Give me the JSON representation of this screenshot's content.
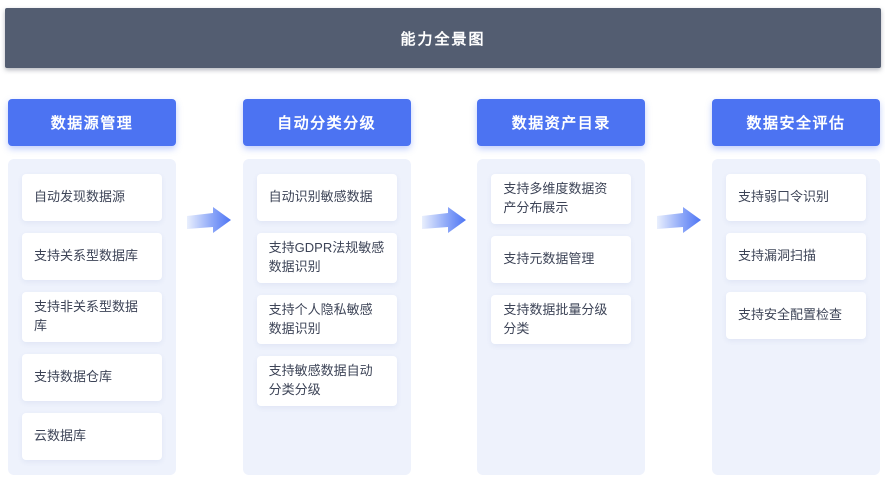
{
  "banner": {
    "title": "能力全景图"
  },
  "columns": [
    {
      "header": "数据源管理",
      "items": [
        "自动发现数据源",
        "支持关系型数据库",
        "支持非关系型数据库",
        "支持数据仓库",
        "云数据库"
      ]
    },
    {
      "header": "自动分类分级",
      "items": [
        "自动识别敏感数据",
        "支持GDPR法规敏感数据识别",
        "支持个人隐私敏感数据识别",
        "支持敏感数据自动分类分级"
      ]
    },
    {
      "header": "数据资产目录",
      "items": [
        "支持多维度数据资产分布展示",
        "支持元数据管理",
        "支持数据批量分级分类"
      ]
    },
    {
      "header": "数据安全评估",
      "items": [
        "支持弱口令识别",
        "支持漏洞扫描",
        "支持安全配置检查"
      ]
    }
  ],
  "icons": {
    "arrow": "arrow-right"
  },
  "colors": {
    "banner_bg": "#535D71",
    "header_bg": "#4C73F2",
    "panel_bg": "#EEF2FC",
    "card_bg": "#FFFFFF",
    "card_text": "#3D4457",
    "arrow_tail": "#E9EFFD",
    "arrow_mid": "#8FA9F8",
    "arrow_tip": "#4E75F4"
  }
}
